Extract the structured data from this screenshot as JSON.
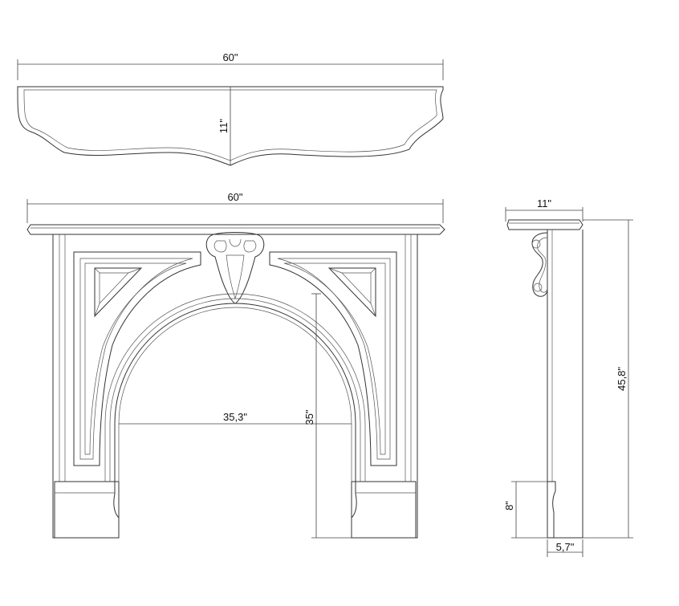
{
  "top_view": {
    "width_label": "60\"",
    "depth_label": "11\""
  },
  "front_view": {
    "width_label": "60\"",
    "opening_width_label": "35,3\"",
    "opening_height_label": "35\""
  },
  "side_view": {
    "depth_label": "11\"",
    "height_label": "45,8\"",
    "plinth_height_label": "8\"",
    "leg_depth_label": "5,7\""
  }
}
